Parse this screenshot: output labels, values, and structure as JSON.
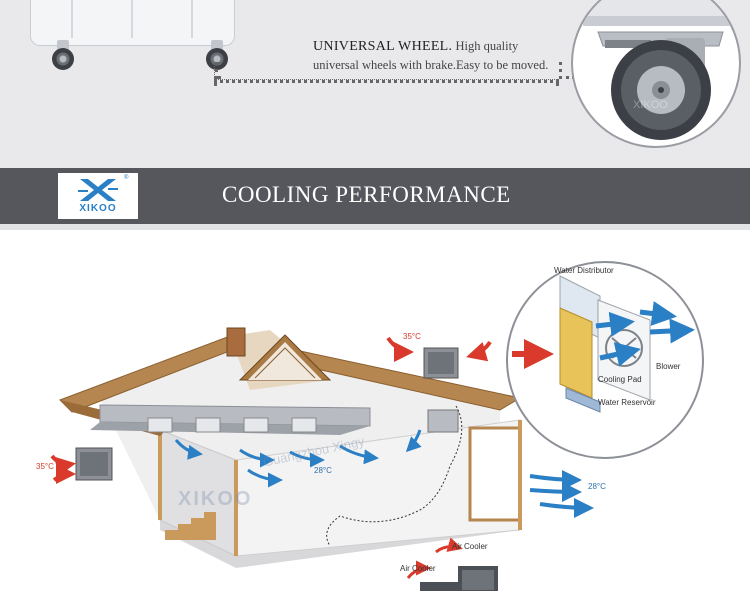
{
  "wheel_section": {
    "heading": "UNIVERSAL WHEEL.",
    "description_line1": "High quality",
    "description_line2": "universal wheels with brake.Easy to be moved."
  },
  "banner": {
    "logo_text": "XIKOO",
    "logo_reg": "®",
    "title": "COOLING PERFORMANCE"
  },
  "diagram": {
    "inset_labels": {
      "water_distributor": "Water Distributor",
      "cooling_pad": "Cooling Pad",
      "blower": "Blower",
      "water_reservoir": "Water Reservoir"
    },
    "temps": {
      "roof_hot": "35°C",
      "left_hot": "35°C",
      "inside": "28°C",
      "outside": "28°C"
    },
    "air_cooler_labels": [
      "Air Cooler",
      "Air Cooler"
    ],
    "watermark": {
      "brand": "XIKOO",
      "text": "Guangzhou Xingy"
    },
    "colors": {
      "hot_arrow": "#d93a2b",
      "cool_arrow": "#2a7fc5",
      "roof": "#b5864f",
      "brand_blue": "#2a7fc5"
    }
  }
}
